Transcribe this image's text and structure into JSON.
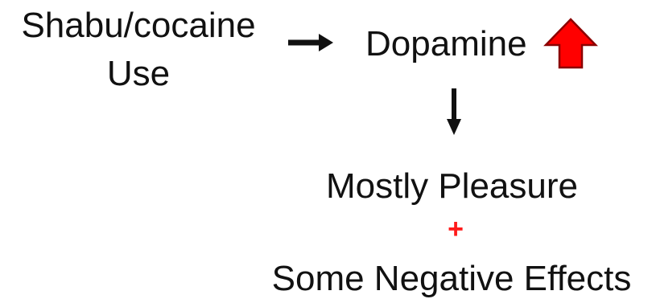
{
  "diagram": {
    "source": {
      "line1": "Shabu/cocaine",
      "line2": "Use"
    },
    "target": "Dopamine",
    "result": {
      "primary": "Mostly Pleasure",
      "connector": "+",
      "secondary": "Some Negative Effects"
    }
  },
  "icons": {
    "flow_right": "arrow-right-icon",
    "increase": "arrow-up-icon",
    "flow_down": "arrow-down-icon"
  },
  "colors": {
    "increase_arrow": "#ff0000",
    "increase_arrow_outline": "#8b0000",
    "plus_sign": "#ff1a1a",
    "text": "#111111"
  }
}
